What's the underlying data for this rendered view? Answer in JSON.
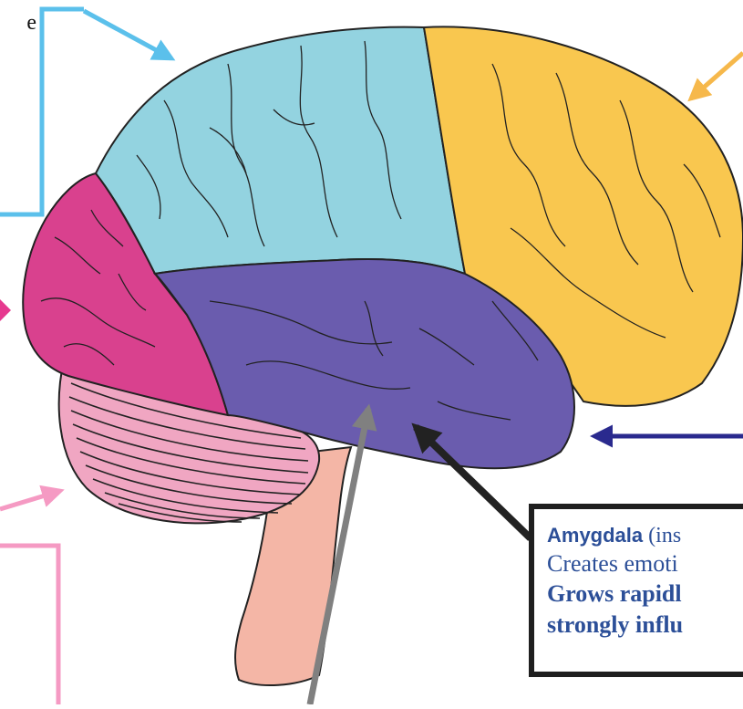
{
  "top_left_fragment": "e",
  "amygdala_box": {
    "title": "Amygdala",
    "title_suffix": " (ins",
    "line2": "Creates emoti",
    "line3": "Grows rapidl",
    "line4": "strongly influ"
  },
  "colors": {
    "frontal": "#93d3e0",
    "parietal": "#f9c74f",
    "occipital_left": "#d9418e",
    "temporal": "#6a5cae",
    "cerebellum": "#f0a6c2",
    "brainstem": "#f4b6a6",
    "arrow_blue": "#5bc0eb",
    "arrow_orange": "#f6b84b",
    "arrow_magenta": "#e6398f",
    "arrow_pink": "#f59ac3",
    "arrow_navy": "#2a2a8e",
    "arrow_dark": "#222222",
    "arrow_gray": "#808080"
  }
}
